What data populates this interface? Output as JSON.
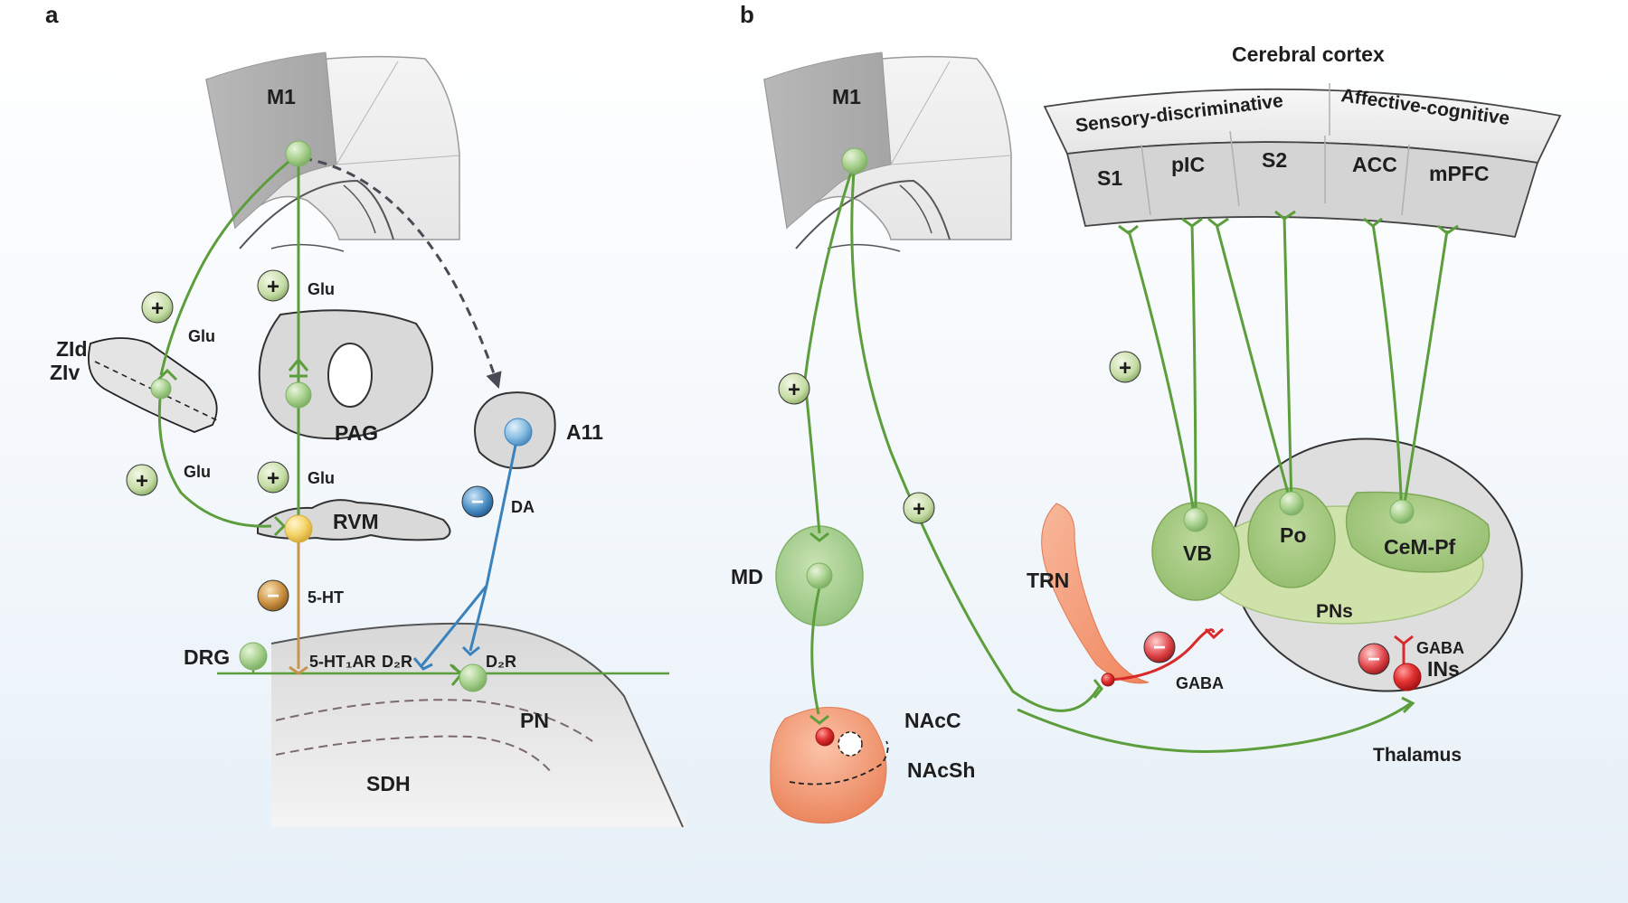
{
  "panel_a": {
    "panel_label": "a",
    "labels": {
      "m1": "M1",
      "zid": "ZId",
      "ziv": "ZIv",
      "pag": "PAG",
      "rvm": "RVM",
      "a11": "A11",
      "drg": "DRG",
      "pn": "PN",
      "sdh": "SDH",
      "serotonin": "5-HT",
      "dopamine": "DA",
      "receptor_5ht1a": "5-HT₁AR",
      "receptor_d2_left": "D₂R",
      "receptor_d2_right": "D₂R",
      "glu_top": "Glu",
      "glu_zi_upper": "Glu",
      "glu_zi_lower": "Glu",
      "glu_rvm": "Glu"
    },
    "signs": {
      "plus": "+",
      "minus": "−"
    }
  },
  "panel_b": {
    "panel_label": "b",
    "labels": {
      "cerebral_cortex": "Cerebral cortex",
      "sensory_discriminative": "Sensory-discriminative",
      "affective_cognitive": "Affective-cognitive",
      "s1": "S1",
      "pic": "pIC",
      "s2": "S2",
      "acc": "ACC",
      "mpfc": "mPFC",
      "m1": "M1",
      "md": "MD",
      "nacc": "NAcC",
      "nacsh": "NAcSh",
      "trn": "TRN",
      "vb": "VB",
      "po": "Po",
      "cem_pf": "CeM-Pf",
      "pns": "PNs",
      "ins": "INs",
      "gaba_trn": "GABA",
      "gaba_ins": "GABA",
      "thalamus": "Thalamus"
    },
    "signs": {
      "plus": "+",
      "minus": "−"
    }
  },
  "colors": {
    "excitatory_green": "#5c9e3b",
    "neuron_green": "#b8d9a0",
    "serotonin_brown": "#c6964f",
    "serotonin_yellow": "#f4d46a",
    "dopamine_blue": "#3a82bd",
    "neuron_blue": "#9cc6e5",
    "inhibitory_red": "#d82a2a",
    "projection_dashed": "#4a4a55",
    "region_grey": "#dcdcdc",
    "nucleus_green": "#cfe2aa",
    "accumbens_orange": "#ef9170"
  }
}
